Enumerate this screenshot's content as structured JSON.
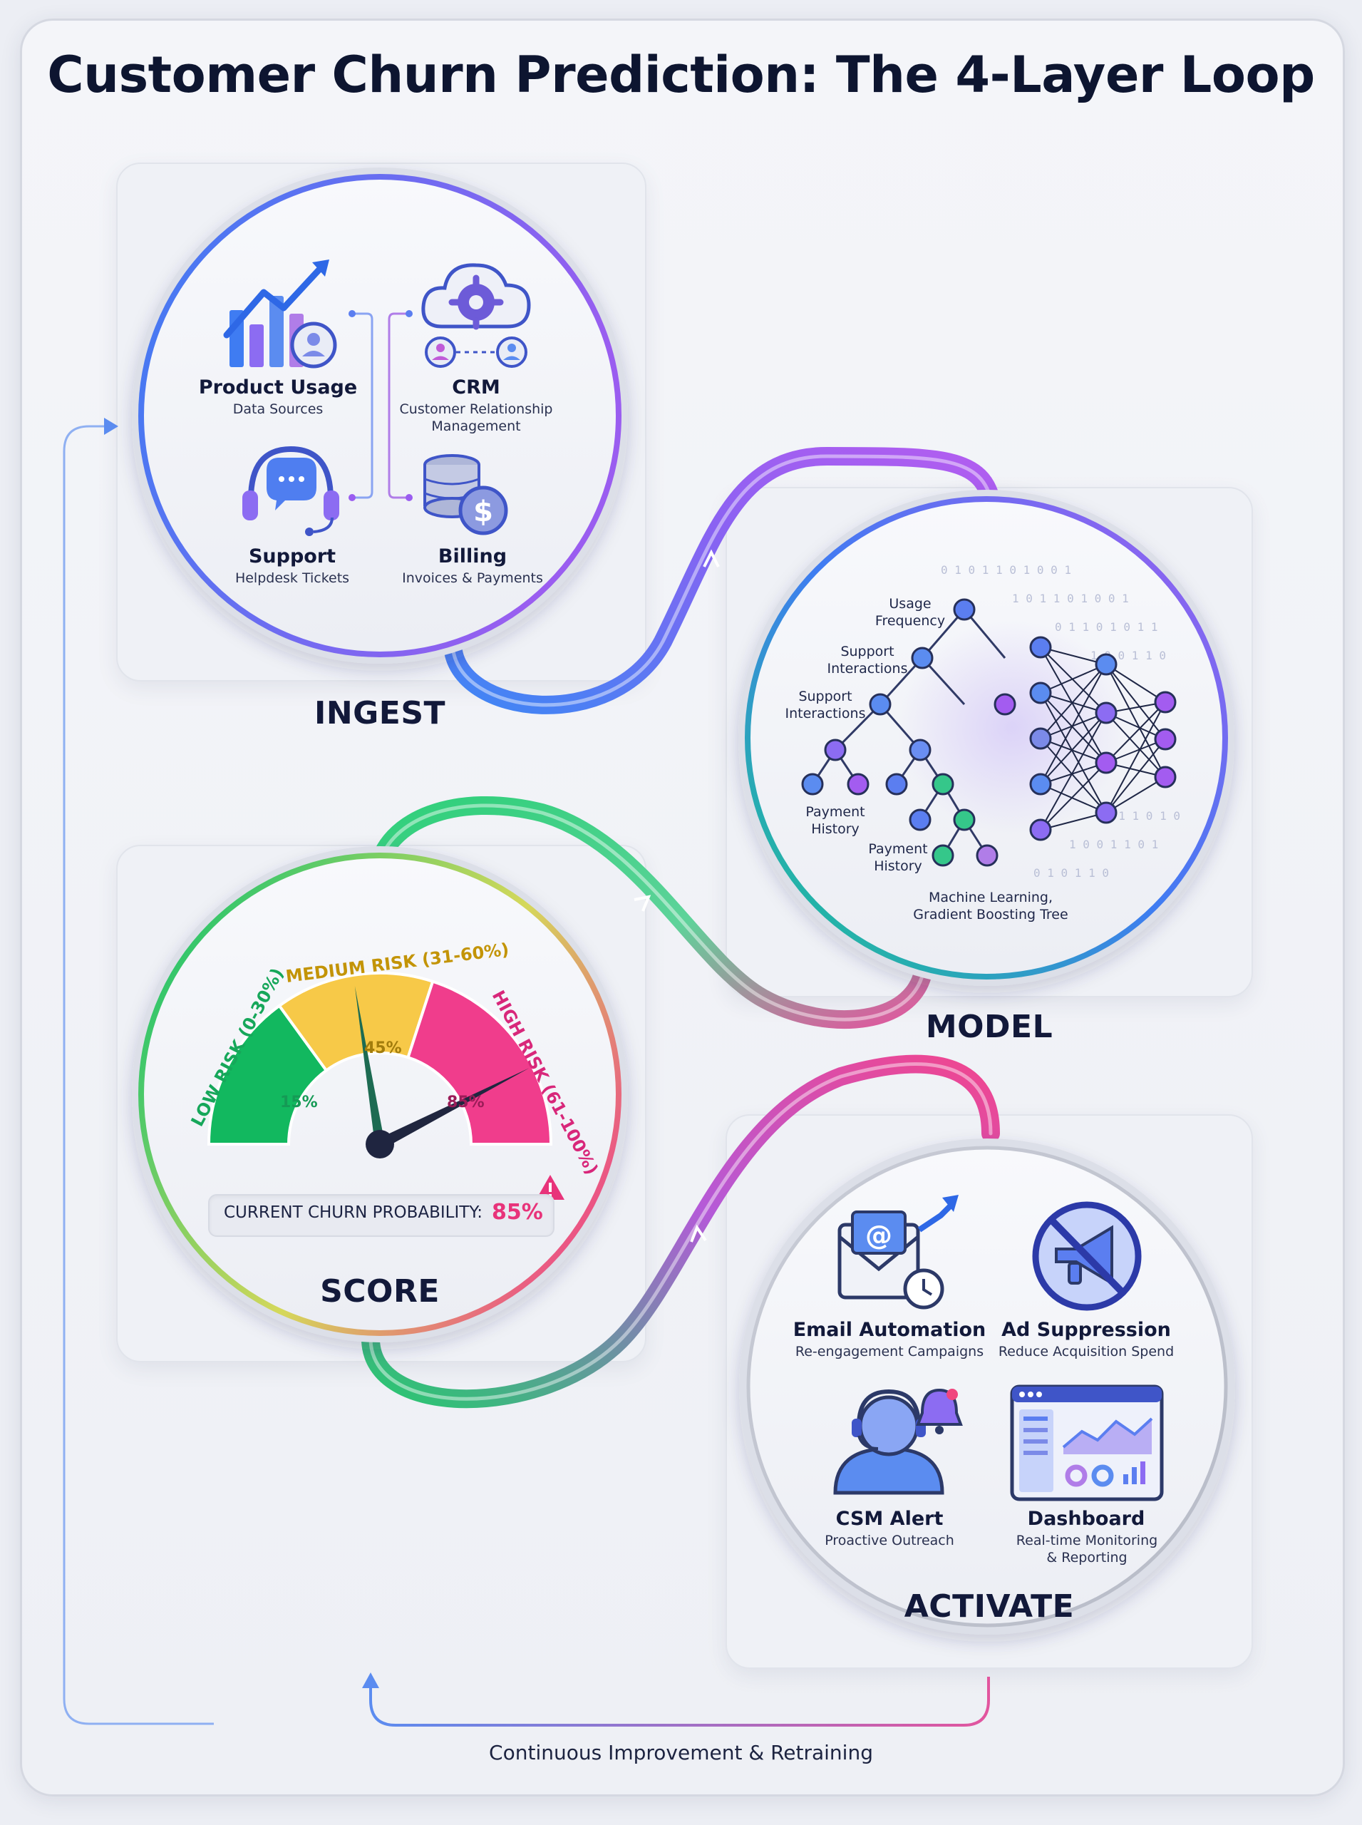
{
  "title": "Customer Churn Prediction: The 4-Layer Loop",
  "layers": {
    "ingest": "INGEST",
    "model": "MODEL",
    "score": "SCORE",
    "activate": "ACTIVATE"
  },
  "ingest_sources": [
    {
      "title": "Product Usage",
      "subtitle": "Data Sources",
      "icon": "bar-chart-icon"
    },
    {
      "title": "CRM",
      "subtitle": "Customer Relationship Management",
      "icon": "cloud-gear-icon"
    },
    {
      "title": "Support",
      "subtitle": "Helpdesk Tickets",
      "icon": "headset-icon"
    },
    {
      "title": "Billing",
      "subtitle": "Invoices & Payments",
      "icon": "coins-icon"
    }
  ],
  "model": {
    "features": [
      "Usage Frequency",
      "Support Interactions",
      "Support Interactions",
      "Payment History",
      "Payment History"
    ],
    "caption": "Machine Learning, Gradient Boosting Tree"
  },
  "score": {
    "low_label": "LOW RISK (0-30%)",
    "medium_label": "MEDIUM RISK (31-60%)",
    "high_label": "HIGH RISK (61-100%)",
    "low_value": "15%",
    "medium_value": "45%",
    "high_value": "85%",
    "current_label": "CURRENT CHURN PROBABILITY:",
    "current_value": "85%",
    "current_probability": 85,
    "colors": {
      "low": "#12b85f",
      "medium": "#f7c948",
      "high": "#f03d8c"
    }
  },
  "actions": [
    {
      "title": "Email Automation",
      "subtitle": "Re-engagement Campaigns",
      "icon": "email-icon"
    },
    {
      "title": "Ad Suppression",
      "subtitle": "Reduce Acquisition Spend",
      "icon": "no-megaphone-icon"
    },
    {
      "title": "CSM Alert",
      "subtitle": "Proactive Outreach",
      "icon": "agent-bell-icon"
    },
    {
      "title": "Dashboard",
      "subtitle": "Real-time Monitoring & Reporting",
      "icon": "dashboard-icon"
    }
  ],
  "loop_caption": "Continuous Improvement & Retraining"
}
